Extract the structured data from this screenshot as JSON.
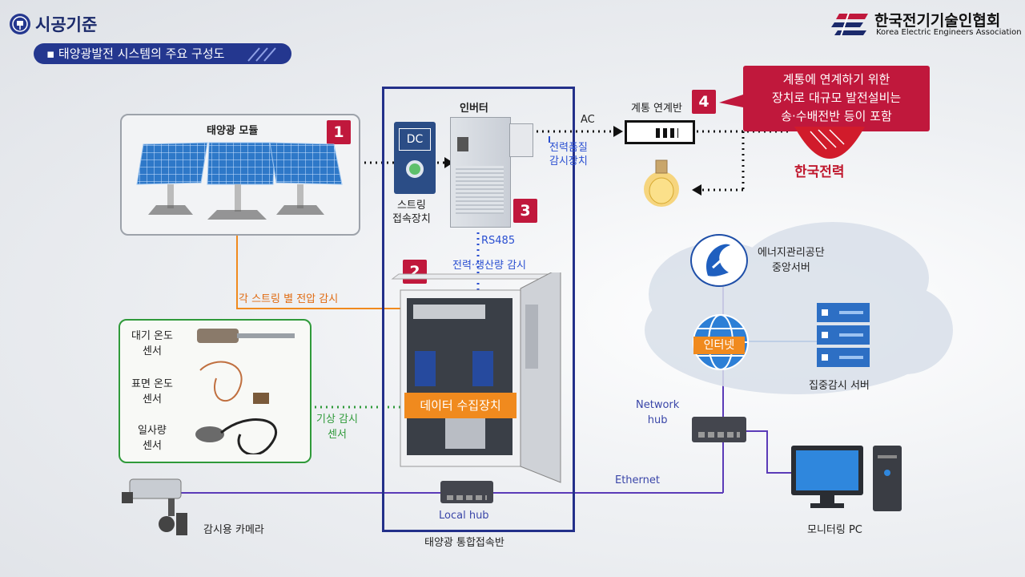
{
  "header": {
    "title": "시공기준",
    "subtitle": "▪ 태양광발전 시스템의 주요 구성도",
    "org_name_ko": "한국전기기술인협회",
    "org_name_en": "Korea Electric Engineers Association"
  },
  "components": {
    "solar_module": {
      "label": "태양광 모듈",
      "badge": "1"
    },
    "data_collector": {
      "label": "데이터 수집장치",
      "badge": "2"
    },
    "inverter": {
      "label": "인버터",
      "badge": "3"
    },
    "string_box": {
      "label": "스트링\n접속장치",
      "dc_text": "DC"
    },
    "grid_panel": {
      "label": "계통 연계반",
      "badge": "4"
    },
    "integrated_panel": {
      "label": "태양광 통합접속반"
    },
    "kepco": {
      "label": "한국전력"
    },
    "energy_agency": {
      "label": "에너지관리공단\n중앙서버"
    },
    "internet": {
      "label": "인터넷"
    },
    "monitor_server": {
      "label": "집중감시 서버"
    },
    "network_hub": {
      "label": "Network\nhub"
    },
    "local_hub": {
      "label": "Local hub"
    },
    "monitoring_pc": {
      "label": "모니터링 PC"
    },
    "camera": {
      "label": "감시용 카메라"
    }
  },
  "sensors": [
    {
      "label": "대기 온도\n센서"
    },
    {
      "label": "표면 온도\n센서"
    },
    {
      "label": "일사량\n센서"
    }
  ],
  "links": {
    "ac": "AC",
    "power_quality": "전력품질\n감시장치",
    "rs485": "RS485",
    "production": "전력·생산량 감시",
    "string_voltage": "각 스트링 별 전압 감시",
    "weather_sensor": "기상 감시\n센서",
    "ethernet": "Ethernet"
  },
  "callout": "계통에 연계하기 위한\n장치로 대규모 발전설비는\n송·수배전반 등이 포함",
  "colors": {
    "navy": "#23308a",
    "badge_red": "#c0183c",
    "orange": "#f08a1e",
    "green": "#2f9a3a",
    "link_blue": "#2a4fd1",
    "ethernet_purple": "#5b3bb8"
  }
}
